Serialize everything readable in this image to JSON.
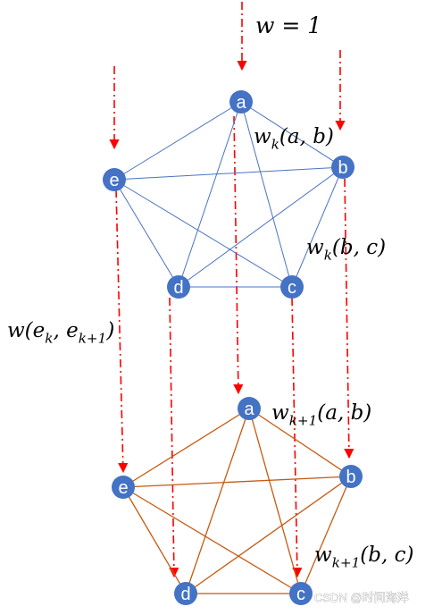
{
  "colors": {
    "node_fill": "#4472c4",
    "top_edges": "#4a73c0",
    "bottom_edges": "#c55a11",
    "arrows": "#ff0000"
  },
  "labels": {
    "w_eq_1": "w = 1",
    "wk_ab": "w_k(a, b)",
    "wk_bc": "w_k(b, c)",
    "w_ek": "w(e_k, e_{k+1})",
    "wk1_ab": "w_{k+1}(a, b)",
    "wk1_bc": "w_{k+1}(b, c)"
  },
  "top_graph": {
    "nodes": {
      "a": "a",
      "b": "b",
      "c": "c",
      "d": "d",
      "e": "e"
    }
  },
  "bottom_graph": {
    "nodes": {
      "a": "a",
      "b": "b",
      "c": "c",
      "d": "d",
      "e": "e"
    }
  },
  "watermark": "CSDN @时间海洋"
}
